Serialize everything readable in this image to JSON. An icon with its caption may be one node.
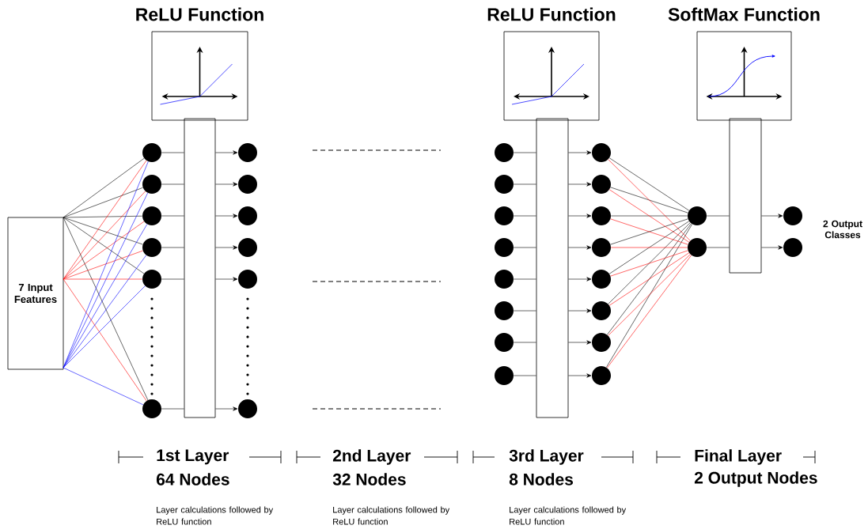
{
  "diagram": {
    "nodes": [
      {
        "text": [
          "7 Input Features"
        ]
      },
      {
        "text": [
          "ReLU Function"
        ]
      },
      {
        "text": [],
        "shape": "bar"
      },
      {
        "text": [],
        "shape": "circle"
      },
      {
        "text": [],
        "shape": "circle"
      },
      {
        "text": [],
        "shape": "circle"
      },
      {
        "text": [],
        "shape": "circle"
      },
      {
        "text": [],
        "shape": "circle"
      },
      {
        "text": [],
        "shape": "circle"
      },
      {
        "text": [],
        "shape": "circle"
      },
      {
        "text": [],
        "shape": "circle"
      },
      {
        "text": [],
        "shape": "circle"
      },
      {
        "text": [],
        "shape": "circle"
      },
      {
        "text": [],
        "shape": "circle"
      },
      {
        "text": [],
        "shape": "circle"
      },
      {
        "text": [
          "ReLU Function"
        ]
      },
      {
        "text": [],
        "shape": "bar"
      },
      {
        "text": [],
        "shape": "circle"
      },
      {
        "text": [],
        "shape": "circle"
      },
      {
        "text": [],
        "shape": "circle"
      },
      {
        "text": [],
        "shape": "circle"
      },
      {
        "text": [],
        "shape": "circle"
      },
      {
        "text": [],
        "shape": "circle"
      },
      {
        "text": [],
        "shape": "circle"
      },
      {
        "text": [],
        "shape": "circle"
      },
      {
        "text": [],
        "shape": "circle"
      },
      {
        "text": [],
        "shape": "circle"
      },
      {
        "text": [],
        "shape": "circle"
      },
      {
        "text": [],
        "shape": "circle"
      },
      {
        "text": [],
        "shape": "circle"
      },
      {
        "text": [],
        "shape": "circle"
      },
      {
        "text": [],
        "shape": "circle"
      },
      {
        "text": [],
        "shape": "circle"
      },
      {
        "text": [
          "SoftMax Function"
        ]
      },
      {
        "text": [],
        "shape": "bar"
      },
      {
        "text": [],
        "shape": "circle"
      },
      {
        "text": [],
        "shape": "circle"
      },
      {
        "text": [],
        "shape": "circle"
      },
      {
        "text": [],
        "shape": "circle"
      }
    ],
    "edges": [
      {
        "from": 0,
        "to": 3,
        "arrow": "none"
      },
      {
        "from": 0,
        "to": 4,
        "arrow": "none"
      },
      {
        "from": 0,
        "to": 5,
        "arrow": "none"
      },
      {
        "from": 0,
        "to": 6,
        "arrow": "none"
      },
      {
        "from": 0,
        "to": 7,
        "arrow": "none"
      },
      {
        "from": 0,
        "to": 8,
        "arrow": "none"
      },
      {
        "from": 0,
        "to": 3,
        "arrow": "none",
        "color": "#ff0000"
      },
      {
        "from": 0,
        "to": 4,
        "arrow": "none",
        "color": "#ff0000"
      },
      {
        "from": 0,
        "to": 5,
        "arrow": "none",
        "color": "#ff0000"
      },
      {
        "from": 0,
        "to": 6,
        "arrow": "none",
        "color": "#ff0000"
      },
      {
        "from": 0,
        "to": 7,
        "arrow": "none",
        "color": "#ff0000"
      },
      {
        "from": 0,
        "to": 8,
        "arrow": "none",
        "color": "#ff0000"
      },
      {
        "from": 0,
        "to": 3,
        "arrow": "none",
        "color": "#0000ff"
      },
      {
        "from": 0,
        "to": 4,
        "arrow": "none",
        "color": "#0000ff"
      },
      {
        "from": 0,
        "to": 5,
        "arrow": "none",
        "color": "#0000ff"
      },
      {
        "from": 0,
        "to": 6,
        "arrow": "none",
        "color": "#0000ff"
      },
      {
        "from": 0,
        "to": 7,
        "arrow": "none",
        "color": "#0000ff"
      },
      {
        "from": 0,
        "to": 8,
        "arrow": "none",
        "color": "#0000ff"
      },
      {
        "from": 3,
        "to": 2,
        "arrow": "none"
      },
      {
        "from": 4,
        "to": 2,
        "arrow": "none"
      },
      {
        "from": 5,
        "to": 2,
        "arrow": "none"
      },
      {
        "from": 6,
        "to": 2,
        "arrow": "none"
      },
      {
        "from": 7,
        "to": 2,
        "arrow": "none"
      },
      {
        "from": 8,
        "to": 2,
        "arrow": "none"
      },
      {
        "from": 2,
        "to": 9,
        "arrow": "to"
      },
      {
        "from": 2,
        "to": 10,
        "arrow": "to"
      },
      {
        "from": 2,
        "to": 11,
        "arrow": "to"
      },
      {
        "from": 2,
        "to": 12,
        "arrow": "to"
      },
      {
        "from": 2,
        "to": 13,
        "arrow": "to"
      },
      {
        "from": 2,
        "to": 14,
        "arrow": "to"
      },
      {
        "from": 17,
        "to": 16,
        "arrow": "none"
      },
      {
        "from": 18,
        "to": 16,
        "arrow": "none"
      },
      {
        "from": 19,
        "to": 16,
        "arrow": "none"
      },
      {
        "from": 20,
        "to": 16,
        "arrow": "none"
      },
      {
        "from": 21,
        "to": 16,
        "arrow": "none"
      },
      {
        "from": 22,
        "to": 16,
        "arrow": "none"
      },
      {
        "from": 23,
        "to": 16,
        "arrow": "none"
      },
      {
        "from": 24,
        "to": 16,
        "arrow": "none"
      },
      {
        "from": 16,
        "to": 25,
        "arrow": "to"
      },
      {
        "from": 16,
        "to": 26,
        "arrow": "to"
      },
      {
        "from": 16,
        "to": 27,
        "arrow": "to"
      },
      {
        "from": 16,
        "to": 28,
        "arrow": "to"
      },
      {
        "from": 16,
        "to": 29,
        "arrow": "to"
      },
      {
        "from": 16,
        "to": 30,
        "arrow": "to"
      },
      {
        "from": 16,
        "to": 31,
        "arrow": "to"
      },
      {
        "from": 16,
        "to": 32,
        "arrow": "to"
      },
      {
        "from": 25,
        "to": 35,
        "arrow": "none"
      },
      {
        "from": 26,
        "to": 35,
        "arrow": "none"
      },
      {
        "from": 27,
        "to": 35,
        "arrow": "none"
      },
      {
        "from": 28,
        "to": 35,
        "arrow": "none"
      },
      {
        "from": 29,
        "to": 35,
        "arrow": "none"
      },
      {
        "from": 30,
        "to": 35,
        "arrow": "none"
      },
      {
        "from": 31,
        "to": 35,
        "arrow": "none"
      },
      {
        "from": 32,
        "to": 35,
        "arrow": "none"
      },
      {
        "from": 25,
        "to": 36,
        "arrow": "none",
        "color": "#ff0000"
      },
      {
        "from": 26,
        "to": 36,
        "arrow": "none",
        "color": "#ff0000"
      },
      {
        "from": 27,
        "to": 36,
        "arrow": "none",
        "color": "#ff0000"
      },
      {
        "from": 28,
        "to": 36,
        "arrow": "none",
        "color": "#ff0000"
      },
      {
        "from": 29,
        "to": 36,
        "arrow": "none",
        "color": "#ff0000"
      },
      {
        "from": 30,
        "to": 36,
        "arrow": "none",
        "color": "#ff0000"
      },
      {
        "from": 31,
        "to": 36,
        "arrow": "none",
        "color": "#ff0000"
      },
      {
        "from": 32,
        "to": 36,
        "arrow": "none",
        "color": "#ff0000"
      },
      {
        "from": 35,
        "to": 34,
        "arrow": "none"
      },
      {
        "from": 36,
        "to": 34,
        "arrow": "none"
      },
      {
        "from": 34,
        "to": 37,
        "arrow": "to"
      },
      {
        "from": 34,
        "to": 38,
        "arrow": "to"
      }
    ],
    "labels": [
      "2 Output Classes",
      "1st Layer",
      "64 Nodes",
      "Layer calculations followed by ReLU function",
      "2nd Layer",
      "32 Nodes",
      "Layer calculations followed by ReLU function",
      "3rd Layer",
      "8 Nodes",
      "Layer calculations followed by ReLU function",
      "Final Layer",
      "2 Output Nodes"
    ]
  }
}
